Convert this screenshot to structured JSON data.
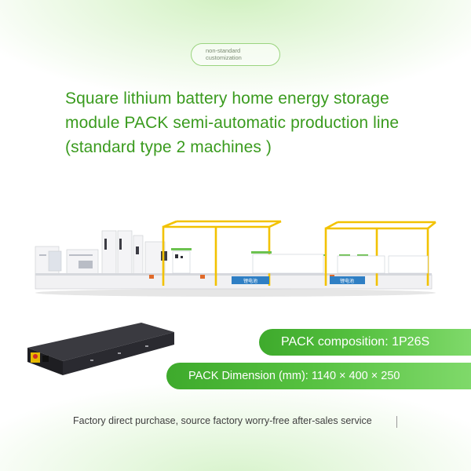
{
  "badge": {
    "line1": "non-standard",
    "line2": "customization"
  },
  "title": "Square lithium battery home energy storage module PACK semi-automatic production line (standard type 2 machines )",
  "production_line": {
    "banner_text": "锂电池"
  },
  "specs": [
    {
      "label": "PACK composition: 1P26S"
    },
    {
      "label": "PACK Dimension (mm): 1140 × 400 × 250"
    }
  ],
  "footer": {
    "text": "Factory direct purchase, source factory worry-free after-sales service"
  },
  "colors": {
    "accent_green": "#3a9b1e",
    "pill_green": "#4cb636",
    "frame_yellow": "#f2c200"
  }
}
